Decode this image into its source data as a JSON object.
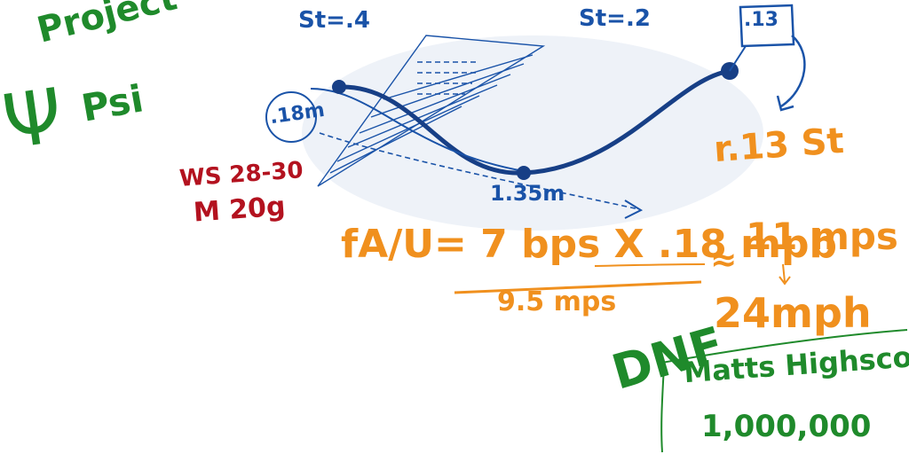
{
  "board": {
    "title": "Project",
    "psi_symbol": "Ψ",
    "psi_word": "Psi",
    "dnf": "DNF"
  },
  "trajectory": {
    "st_left": "St=.4",
    "st_right": "St=.2",
    "top_box": ".13",
    "circle_label": ".18m",
    "bottom_label": "1.35m"
  },
  "specs": {
    "ws": "WS 28-30",
    "mass": "M 20g"
  },
  "formula": {
    "numerator": "fA/U= 7 bps X .18 mpb",
    "denominator": "9.5 mps",
    "approx": "≈",
    "speed_mps": "11 mps",
    "speed_mph": "24mph",
    "st_result": "r.13 St"
  },
  "highscore": {
    "label": "Matts Highscore",
    "value": "1,000,000"
  },
  "colors": {
    "green": "#1f8a2b",
    "blue": "#1a53a8",
    "red": "#b3121f",
    "orange": "#f0901e",
    "background": "#ffffff"
  }
}
